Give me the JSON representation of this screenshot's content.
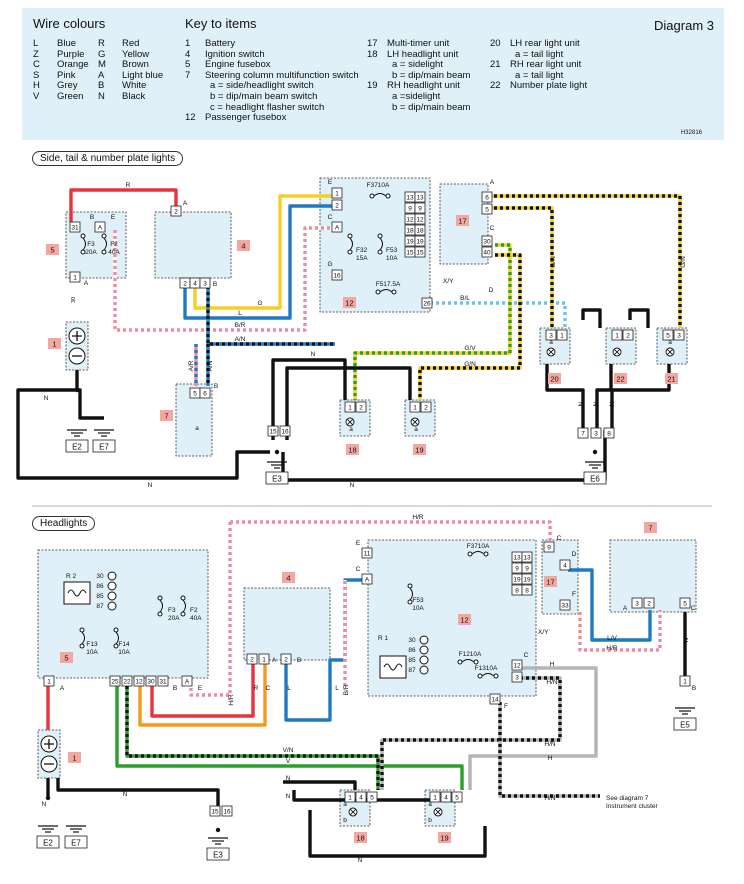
{
  "header": {
    "wire_colours_title": "Wire colours",
    "key_title": "Key to items",
    "diagram_title": "Diagram 3",
    "drawing_code": "H32816"
  },
  "wire_colours": [
    {
      "code": "L",
      "name": "Blue"
    },
    {
      "code": "Z",
      "name": "Purple"
    },
    {
      "code": "C",
      "name": "Orange"
    },
    {
      "code": "S",
      "name": "Pink"
    },
    {
      "code": "H",
      "name": "Grey"
    },
    {
      "code": "V",
      "name": "Green"
    },
    {
      "code": "R",
      "name": "Red"
    },
    {
      "code": "G",
      "name": "Yellow"
    },
    {
      "code": "M",
      "name": "Brown"
    },
    {
      "code": "A",
      "name": "Light blue"
    },
    {
      "code": "B",
      "name": "White"
    },
    {
      "code": "N",
      "name": "Black"
    }
  ],
  "key_items": {
    "col1": [
      {
        "num": "1",
        "text": "Battery"
      },
      {
        "num": "4",
        "text": "Ignition switch"
      },
      {
        "num": "5",
        "text": "Engine fusebox"
      },
      {
        "num": "7",
        "text": "Steering column multifunction switch"
      },
      {
        "num": "",
        "text": "a = side/headlight switch"
      },
      {
        "num": "",
        "text": "b = dip/main beam switch"
      },
      {
        "num": "",
        "text": "c = headlight flasher switch"
      },
      {
        "num": "12",
        "text": "Passenger fusebox"
      }
    ],
    "col2": [
      {
        "num": "17",
        "text": "Multi-timer unit"
      },
      {
        "num": "18",
        "text": "LH headlight unit"
      },
      {
        "num": "",
        "text": "a = sidelight"
      },
      {
        "num": "",
        "text": "b = dip/main beam"
      },
      {
        "num": "19",
        "text": "RH headlight unit"
      },
      {
        "num": "",
        "text": "a =sidelight"
      },
      {
        "num": "",
        "text": "b = dip/main beam"
      }
    ],
    "col3": [
      {
        "num": "20",
        "text": "LH rear light unit"
      },
      {
        "num": "",
        "text": "a = tail light"
      },
      {
        "num": "21",
        "text": "RH rear light unit"
      },
      {
        "num": "",
        "text": "a = tail light"
      },
      {
        "num": "22",
        "text": "Number plate light"
      }
    ]
  },
  "sections": {
    "side": "Side, tail & number plate lights",
    "head": "Headlights"
  },
  "colors": {
    "key_bg": "#dff0f8",
    "box_fill": "#dff0f8",
    "label_bg": "#f4a7a0",
    "red": "#e8323c",
    "pink": "#f08aa0",
    "blue": "#1f7ac4",
    "yellow": "#f5d020",
    "green": "#2aa02a",
    "orange": "#f39a1e",
    "grey": "#b4b4b4",
    "black": "#111111",
    "lightblue": "#6cc4e8"
  },
  "diagram1": {
    "comp_labels": [
      "5",
      "4",
      "1",
      "7",
      "12",
      "17",
      "18",
      "19",
      "20",
      "22",
      "21"
    ],
    "grounds": [
      "E2",
      "E7",
      "E3",
      "E6"
    ],
    "fuses": [
      "F3\n20A",
      "F2\n40A",
      "F3710A",
      "F32\n15A",
      "F53\n10A",
      "F517.5A"
    ],
    "wire_labels": [
      "R",
      "B/R",
      "L",
      "G",
      "A/N",
      "A/R",
      "A/N",
      "N",
      "N",
      "N",
      "G/N",
      "G/N",
      "G/V",
      "G/N",
      "B/L",
      "X/Y",
      "D",
      "C",
      "A",
      "G",
      "E",
      "C"
    ],
    "pins": [
      "31",
      "B",
      "E",
      "A",
      "1",
      "2",
      "A",
      "2",
      "4",
      "3",
      "B",
      "5",
      "6",
      "B",
      "1",
      "2",
      "A",
      "16",
      "13",
      "9",
      "12",
      "18",
      "19",
      "15",
      "13",
      "9",
      "12",
      "18",
      "19",
      "15",
      "26",
      "6",
      "5",
      "30",
      "40",
      "3",
      "1",
      "2",
      "1",
      "5",
      "3",
      "15",
      "16",
      "1",
      "2",
      "1",
      "2",
      "7",
      "3",
      "8",
      "a",
      "a",
      "a",
      "a",
      "a",
      "a",
      "b",
      "c"
    ]
  },
  "diagram2": {
    "comp_labels": [
      "5",
      "4",
      "1",
      "12",
      "17",
      "7",
      "18",
      "19"
    ],
    "grounds": [
      "E2",
      "E7",
      "E3",
      "E5"
    ],
    "fuses": [
      "F3\n20A",
      "F2\n40A",
      "F13\n10A",
      "F14\n10A",
      "F3710A",
      "F53\n10A",
      "F1210A",
      "F1310A"
    ],
    "relay_labels": [
      "R 2",
      "R 1"
    ],
    "relay_pins": [
      "30",
      "86",
      "85",
      "87"
    ],
    "wire_labels": [
      "H/R",
      "R",
      "C",
      "L",
      "H/R",
      "B/R",
      "V",
      "V/N",
      "N",
      "N",
      "N",
      "N",
      "N",
      "H",
      "H/N",
      "H/N",
      "H",
      "H/N",
      "L/V",
      "H/R",
      "X/Y",
      "N",
      "N"
    ],
    "pins": [
      "1",
      "25",
      "22",
      "12",
      "30",
      "31",
      "A",
      "A",
      "B",
      "E",
      "2",
      "1",
      "2",
      "A",
      "B",
      "E",
      "C",
      "11",
      "A",
      "13",
      "9",
      "19",
      "8",
      "13",
      "9",
      "19",
      "8",
      "12",
      "3",
      "14",
      "9",
      "4",
      "33",
      "3",
      "2",
      "5",
      "1",
      "4",
      "5",
      "1",
      "4",
      "5",
      "15",
      "16",
      "1",
      "B",
      "C",
      "D",
      "F",
      "a",
      "b",
      "a",
      "b",
      "c",
      "C",
      "A"
    ],
    "note": "See diagram 7\nInstrument cluster"
  }
}
